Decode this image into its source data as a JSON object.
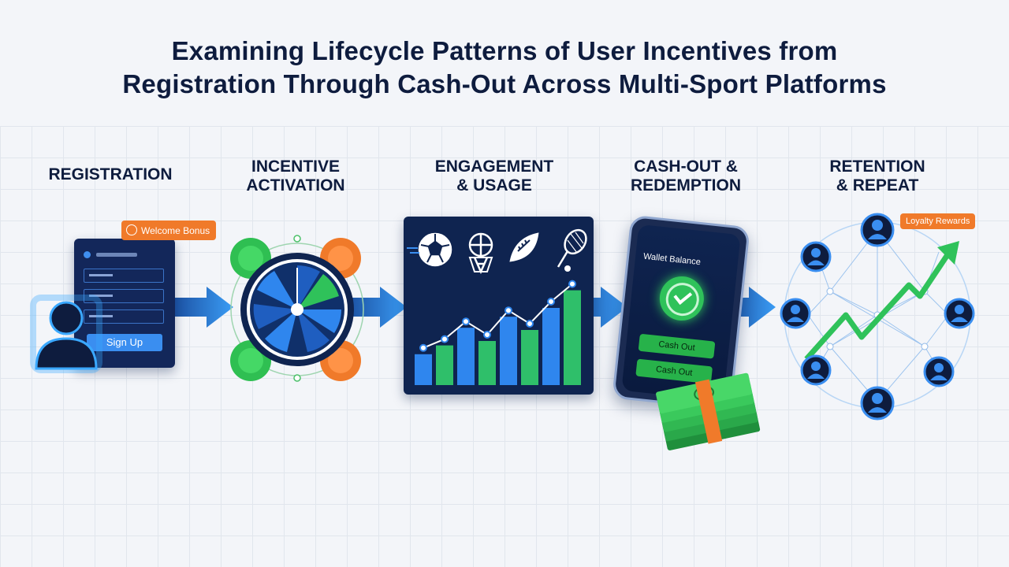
{
  "title": {
    "line1": "Examining Lifecycle Patterns of User Incentives from",
    "line2": "Registration Through Cash-Out Across Multi-Sport Platforms"
  },
  "stages": [
    {
      "line1": "REGISTRATION",
      "line2": ""
    },
    {
      "line1": "INCENTIVE",
      "line2": "ACTIVATION"
    },
    {
      "line1": "ENGAGEMENT",
      "line2": "& USAGE"
    },
    {
      "line1": "CASH-OUT &",
      "line2": "REDEMPTION"
    },
    {
      "line1": "RETENTION",
      "line2": "& REPEAT"
    }
  ],
  "registration": {
    "badge": "Welcome Bonus",
    "signup_label": "Sign Up"
  },
  "cashout": {
    "balance_label": "Wallet Balance",
    "button1": "Cash Out",
    "button2": "Cash Out"
  },
  "retention": {
    "badge": "Loyalty Rewards"
  },
  "engagement": {
    "sports_icons": [
      "soccer-ball-icon",
      "basketball-icon",
      "football-icon",
      "tennis-racket-icon"
    ],
    "bars": [
      0.28,
      0.36,
      0.52,
      0.4,
      0.62,
      0.5,
      0.7,
      0.86
    ]
  },
  "colors": {
    "navy": "#0f2450",
    "accent_blue": "#2f86ee",
    "green": "#2fc25a",
    "orange": "#f07a2a"
  }
}
